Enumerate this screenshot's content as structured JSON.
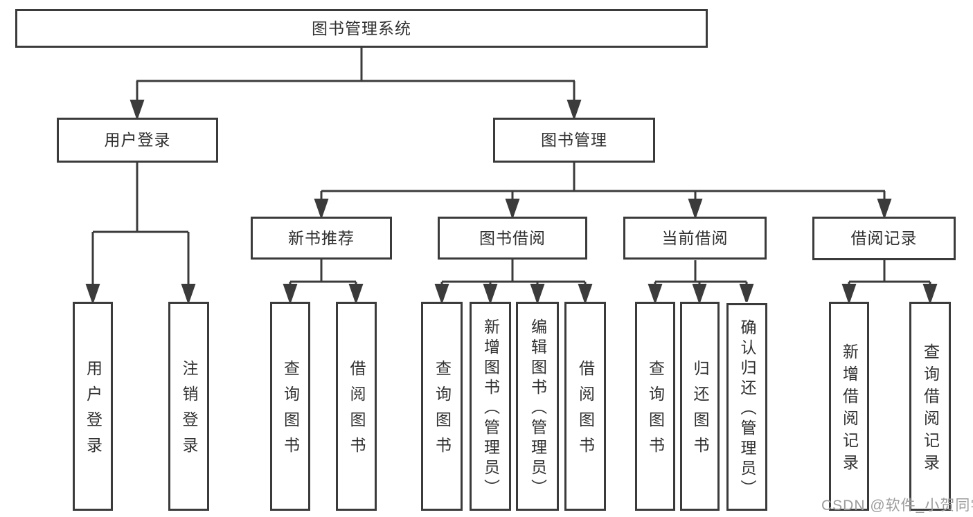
{
  "title": "图书管理系统",
  "watermark": "CSDN @软件_小贺同学",
  "colors": {
    "line": "#3b3b3b",
    "text": "#303030",
    "background": "#ffffff",
    "watermark": "#9c9c9c"
  },
  "tree": {
    "root": {
      "label": "图书管理系统",
      "children": [
        {
          "label": "用户登录",
          "children": [
            {
              "label": "用户登录"
            },
            {
              "label": "注销登录"
            }
          ]
        },
        {
          "label": "图书管理",
          "children": [
            {
              "label": "新书推荐",
              "children": [
                {
                  "label": "查询图书"
                },
                {
                  "label": "借阅图书"
                }
              ]
            },
            {
              "label": "图书借阅",
              "children": [
                {
                  "label": "查询图书"
                },
                {
                  "label": "新增图书（管理员）"
                },
                {
                  "label": "编辑图书（管理员）"
                },
                {
                  "label": "借阅图书"
                }
              ]
            },
            {
              "label": "当前借阅",
              "children": [
                {
                  "label": "查询图书"
                },
                {
                  "label": "归还图书"
                },
                {
                  "label": "确认归还（管理员）"
                }
              ]
            },
            {
              "label": "借阅记录",
              "children": [
                {
                  "label": "新增借阅记录"
                },
                {
                  "label": "查询借阅记录"
                }
              ]
            }
          ]
        }
      ]
    }
  }
}
